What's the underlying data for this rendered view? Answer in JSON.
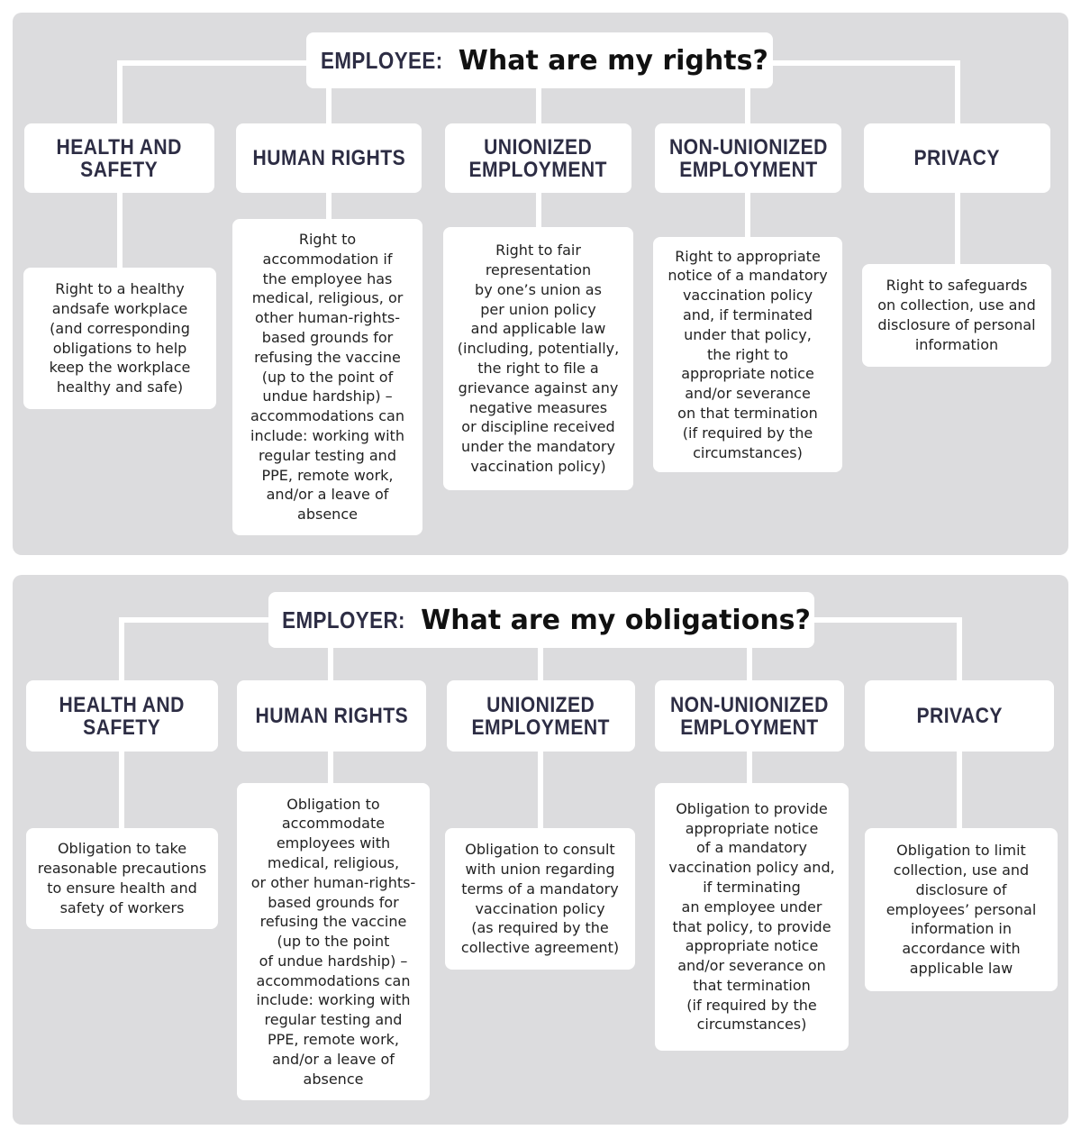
{
  "employee": {
    "title_label": "EMPLOYEE:",
    "title_question": "What are my rights?",
    "categories": [
      {
        "heading": "HEALTH AND\nSAFETY",
        "description": "Right to a healthy\nandsafe workplace\n(and corresponding\nobligations to help\nkeep the workplace\nhealthy and safe)"
      },
      {
        "heading": "HUMAN RIGHTS",
        "description": "Right to\naccommodation if\nthe employee has\nmedical, religious, or\nother human-rights-\nbased grounds for\nrefusing the vaccine\n(up to the point of\nundue hardship) –\naccommodations can\ninclude: working with\nregular testing and\nPPE, remote work,\nand/or a leave of\nabsence"
      },
      {
        "heading": "UNIONIZED\nEMPLOYMENT",
        "description": "Right to fair\nrepresentation\nby one’s union as\nper union policy\nand applicable law\n(including, potentially,\nthe right to file a\ngrievance against any\nnegative measures\nor discipline received\nunder the mandatory\nvaccination policy)"
      },
      {
        "heading": "NON-UNIONIZED\nEMPLOYMENT",
        "description": "Right to appropriate\nnotice of a mandatory\nvaccination policy\nand, if terminated\nunder that policy,\nthe right to\nappropriate notice\nand/or severance\non that termination\n(if required by the\ncircumstances)"
      },
      {
        "heading": "PRIVACY",
        "description": "Right to safeguards\non collection, use and\ndisclosure of personal\ninformation"
      }
    ]
  },
  "employer": {
    "title_label": "EMPLOYER:",
    "title_question": "What are my obligations?",
    "categories": [
      {
        "heading": "HEALTH AND\nSAFETY",
        "description": "Obligation to take\nreasonable precautions\nto ensure health and\nsafety of workers"
      },
      {
        "heading": "HUMAN RIGHTS",
        "description": "Obligation to\naccommodate\nemployees with\nmedical, religious,\nor other human-rights-\nbased grounds for\nrefusing the vaccine\n(up to the point\nof undue hardship) –\naccommodations can\ninclude: working with\nregular testing and\nPPE, remote work,\nand/or a leave of\nabsence"
      },
      {
        "heading": "UNIONIZED\nEMPLOYMENT",
        "description": "Obligation to consult\nwith union regarding\nterms of a mandatory\nvaccination policy\n(as required by the\ncollective agreement)"
      },
      {
        "heading": "NON-UNIONIZED\nEMPLOYMENT",
        "description": "Obligation to provide\nappropriate notice\nof a mandatory\nvaccination policy and,\nif terminating\nan employee under\nthat policy, to provide\nappropriate notice\nand/or severance on\nthat termination\n(if required by the\ncircumstances)"
      },
      {
        "heading": "PRIVACY",
        "description": "Obligation to limit\ncollection, use and\ndisclosure of\nemployees’ personal\ninformation in\naccordance with\napplicable law"
      }
    ]
  }
}
